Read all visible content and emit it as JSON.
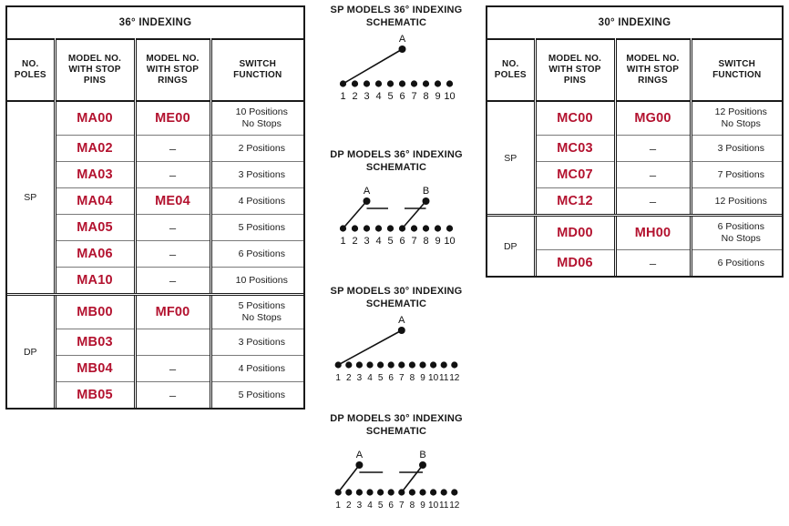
{
  "tables": [
    {
      "id": "table-36",
      "banner": "36° INDEXING",
      "columns": [
        "NO.\nPOLES",
        "MODEL NO.\nWITH STOP\nPINS",
        "MODEL NO.\nWITH STOP\nRINGS",
        "SWITCH\nFUNCTION"
      ],
      "headers": {
        "poles_l1": "NO.",
        "poles_l2": "POLES",
        "pins_l1": "MODEL NO.",
        "pins_l2": "WITH STOP",
        "pins_l3": "PINS",
        "rings_l1": "MODEL NO.",
        "rings_l2": "WITH STOP",
        "rings_l3": "RINGS",
        "func_l1": "SWITCH",
        "func_l2": "FUNCTION"
      },
      "groups": [
        {
          "poles": "SP",
          "rows": [
            {
              "pins": "MA00",
              "rings": "ME00",
              "function": "10 Positions\nNo Stops"
            },
            {
              "pins": "MA02",
              "rings": "–",
              "function": "2 Positions"
            },
            {
              "pins": "MA03",
              "rings": "–",
              "function": "3 Positions"
            },
            {
              "pins": "MA04",
              "rings": "ME04",
              "function": "4 Positions"
            },
            {
              "pins": "MA05",
              "rings": "–",
              "function": "5 Positions"
            },
            {
              "pins": "MA06",
              "rings": "–",
              "function": "6 Positions"
            },
            {
              "pins": "MA10",
              "rings": "–",
              "function": "10 Positions"
            }
          ]
        },
        {
          "poles": "DP",
          "rows": [
            {
              "pins": "MB00",
              "rings": "MF00",
              "function": "5 Positions\nNo Stops"
            },
            {
              "pins": "MB03",
              "rings": "",
              "function": "3 Positions"
            },
            {
              "pins": "MB04",
              "rings": "–",
              "function": "4 Positions"
            },
            {
              "pins": "MB05",
              "rings": "–",
              "function": "5 Positions"
            }
          ]
        }
      ]
    },
    {
      "id": "table-30",
      "banner": "30° INDEXING",
      "columns": [
        "NO.\nPOLES",
        "MODEL NO.\nWITH STOP\nPINS",
        "MODEL NO.\nWITH STOP\nRINGS",
        "SWITCH\nFUNCTION"
      ],
      "headers": {
        "poles_l1": "NO.",
        "poles_l2": "POLES",
        "pins_l1": "MODEL NO.",
        "pins_l2": "WITH STOP",
        "pins_l3": "PINS",
        "rings_l1": "MODEL NO.",
        "rings_l2": "WITH STOP",
        "rings_l3": "RINGS",
        "func_l1": "SWITCH",
        "func_l2": "FUNCTION"
      },
      "groups": [
        {
          "poles": "SP",
          "rows": [
            {
              "pins": "MC00",
              "rings": "MG00",
              "function": "12 Positions\nNo Stops"
            },
            {
              "pins": "MC03",
              "rings": "–",
              "function": "3 Positions"
            },
            {
              "pins": "MC07",
              "rings": "–",
              "function": "7 Positions"
            },
            {
              "pins": "MC12",
              "rings": "–",
              "function": "12 Positions"
            }
          ]
        },
        {
          "poles": "DP",
          "rows": [
            {
              "pins": "MD00",
              "rings": "MH00",
              "function": "6 Positions\nNo Stops"
            },
            {
              "pins": "MD06",
              "rings": "–",
              "function": "6 Positions"
            }
          ]
        }
      ]
    }
  ],
  "schematics": [
    {
      "id": "sch-sp36",
      "title_l1": "SP MODELS 36°  INDEXING",
      "title_l2": "SCHEMATIC",
      "poles": [
        {
          "label": "A",
          "wiper_terminal": 6,
          "connected_terminal": 1
        }
      ],
      "terminals": [
        "1",
        "2",
        "3",
        "4",
        "5",
        "6",
        "7",
        "8",
        "9",
        "10"
      ]
    },
    {
      "id": "sch-dp36",
      "title_l1": "DP MODELS 36°  INDEXING",
      "title_l2": "SCHEMATIC",
      "poles": [
        {
          "label": "A",
          "wiper_terminal": 3,
          "connected_terminal": 1
        },
        {
          "label": "B",
          "wiper_terminal": 8,
          "connected_terminal": 6
        }
      ],
      "terminals": [
        "1",
        "2",
        "3",
        "4",
        "5",
        "6",
        "7",
        "8",
        "9",
        "10"
      ],
      "ganged_link": true
    },
    {
      "id": "sch-sp30",
      "title_l1": "SP MODELS 30°  INDEXING",
      "title_l2": "SCHEMATIC",
      "poles": [
        {
          "label": "A",
          "wiper_terminal": 7,
          "connected_terminal": 1
        }
      ],
      "terminals": [
        "1",
        "2",
        "3",
        "4",
        "5",
        "6",
        "7",
        "8",
        "9",
        "10",
        "11",
        "12"
      ]
    },
    {
      "id": "sch-dp30",
      "title_l1": "DP MODELS 30°  INDEXING",
      "title_l2": "SCHEMATIC",
      "poles": [
        {
          "label": "A",
          "wiper_terminal": 3,
          "connected_terminal": 1
        },
        {
          "label": "B",
          "wiper_terminal": 9,
          "connected_terminal": 7
        }
      ],
      "terminals": [
        "1",
        "2",
        "3",
        "4",
        "5",
        "6",
        "7",
        "8",
        "9",
        "10",
        "11",
        "12"
      ],
      "ganged_link": true
    }
  ],
  "colors": {
    "model_red": "#b3122f",
    "rule": "#1a1a1a",
    "text": "#1a1a1a"
  }
}
